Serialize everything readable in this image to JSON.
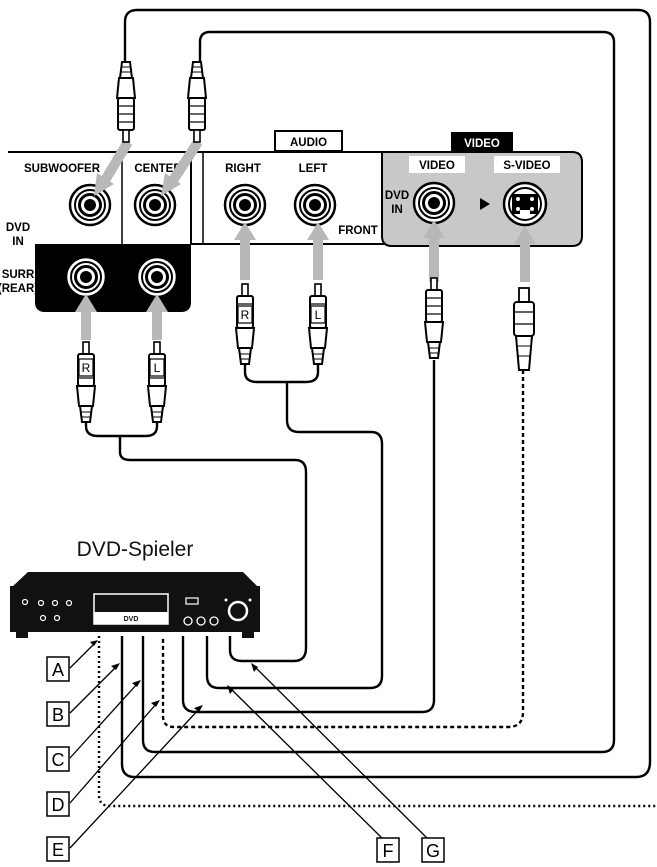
{
  "player": {
    "title": "DVD-Spieler",
    "display_label": "DVD"
  },
  "panel": {
    "audio_header": "AUDIO",
    "video_header": "VIDEO",
    "subwoofer": "SUBWOOFER",
    "center": "CENTER",
    "right": "RIGHT",
    "left": "LEFT",
    "front": "FRONT",
    "dvd_in_line1": "DVD",
    "dvd_in_line2": "IN",
    "surr_line1": "SURR",
    "surr_line2": "(REAR)",
    "video_jack": "VIDEO",
    "svideo_jack": "S-VIDEO",
    "video_dvd_line1": "DVD",
    "video_dvd_line2": "IN"
  },
  "plugs": {
    "right_marker": "R",
    "left_marker": "L"
  },
  "callouts": [
    "A",
    "B",
    "C",
    "D",
    "E",
    "F",
    "G"
  ],
  "colors": {
    "jack_panel_gray": "#c8c8c8",
    "arrow_gray": "#b8b8b8",
    "surround_black": "#000000"
  }
}
